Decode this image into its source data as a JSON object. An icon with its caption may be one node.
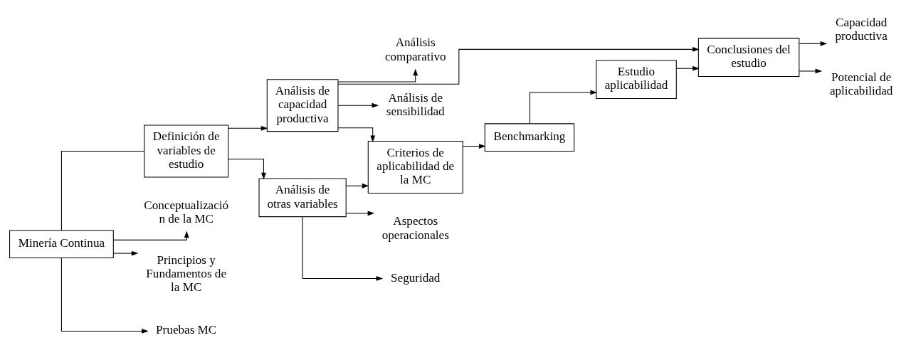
{
  "diagram": {
    "nodes": [
      {
        "text": [
          "Minería Continua"
        ]
      },
      {
        "text": [
          "Definición de variables de estudio"
        ]
      },
      {
        "text": [
          "Análisis de capacidad productiva"
        ]
      },
      {
        "text": [
          "Análisis de otras variables"
        ]
      },
      {
        "text": [
          "Criterios de aplicabilidad de la MC"
        ]
      },
      {
        "text": [
          "Benchmarking"
        ]
      },
      {
        "text": [
          "Estudio aplicabilidad"
        ]
      },
      {
        "text": [
          "Conclusiones del estudio"
        ]
      },
      {
        "text": [
          "Conceptualización de la MC"
        ]
      },
      {
        "text": [
          "Principios y Fundamentos de la MC"
        ]
      },
      {
        "text": [
          "Pruebas MC"
        ]
      },
      {
        "text": [
          "Análisis comparativo"
        ]
      },
      {
        "text": [
          "Análisis de sensibilidad"
        ]
      },
      {
        "text": [
          "Aspectos operacionales"
        ]
      },
      {
        "text": [
          "Seguridad"
        ]
      },
      {
        "text": [
          "Capacidad productiva"
        ]
      },
      {
        "text": [
          "Potencial de aplicabilidad"
        ]
      }
    ],
    "edges": [
      {
        "from": 0,
        "to": 1,
        "arrow": "none"
      },
      {
        "from": 1,
        "to": 2,
        "arrow": "to"
      },
      {
        "from": 1,
        "to": 3,
        "arrow": "to"
      },
      {
        "from": 2,
        "to": 4,
        "arrow": "to"
      },
      {
        "from": 3,
        "to": 4,
        "arrow": "to"
      },
      {
        "from": 2,
        "to": 7,
        "arrow": "to"
      },
      {
        "from": 4,
        "to": 5,
        "arrow": "to"
      },
      {
        "from": 5,
        "to": 6,
        "arrow": "to"
      },
      {
        "from": 6,
        "to": 7,
        "arrow": "to"
      },
      {
        "from": 0,
        "to": 8,
        "arrow": "to"
      },
      {
        "from": 0,
        "to": 9,
        "arrow": "to"
      },
      {
        "from": 0,
        "to": 10,
        "arrow": "to"
      },
      {
        "from": 2,
        "to": 11,
        "arrow": "to"
      },
      {
        "from": 2,
        "to": 12,
        "arrow": "to"
      },
      {
        "from": 3,
        "to": 13,
        "arrow": "to"
      },
      {
        "from": 3,
        "to": 14,
        "arrow": "to"
      },
      {
        "from": 7,
        "to": 15,
        "arrow": "to"
      },
      {
        "from": 7,
        "to": 16,
        "arrow": "to"
      }
    ]
  }
}
